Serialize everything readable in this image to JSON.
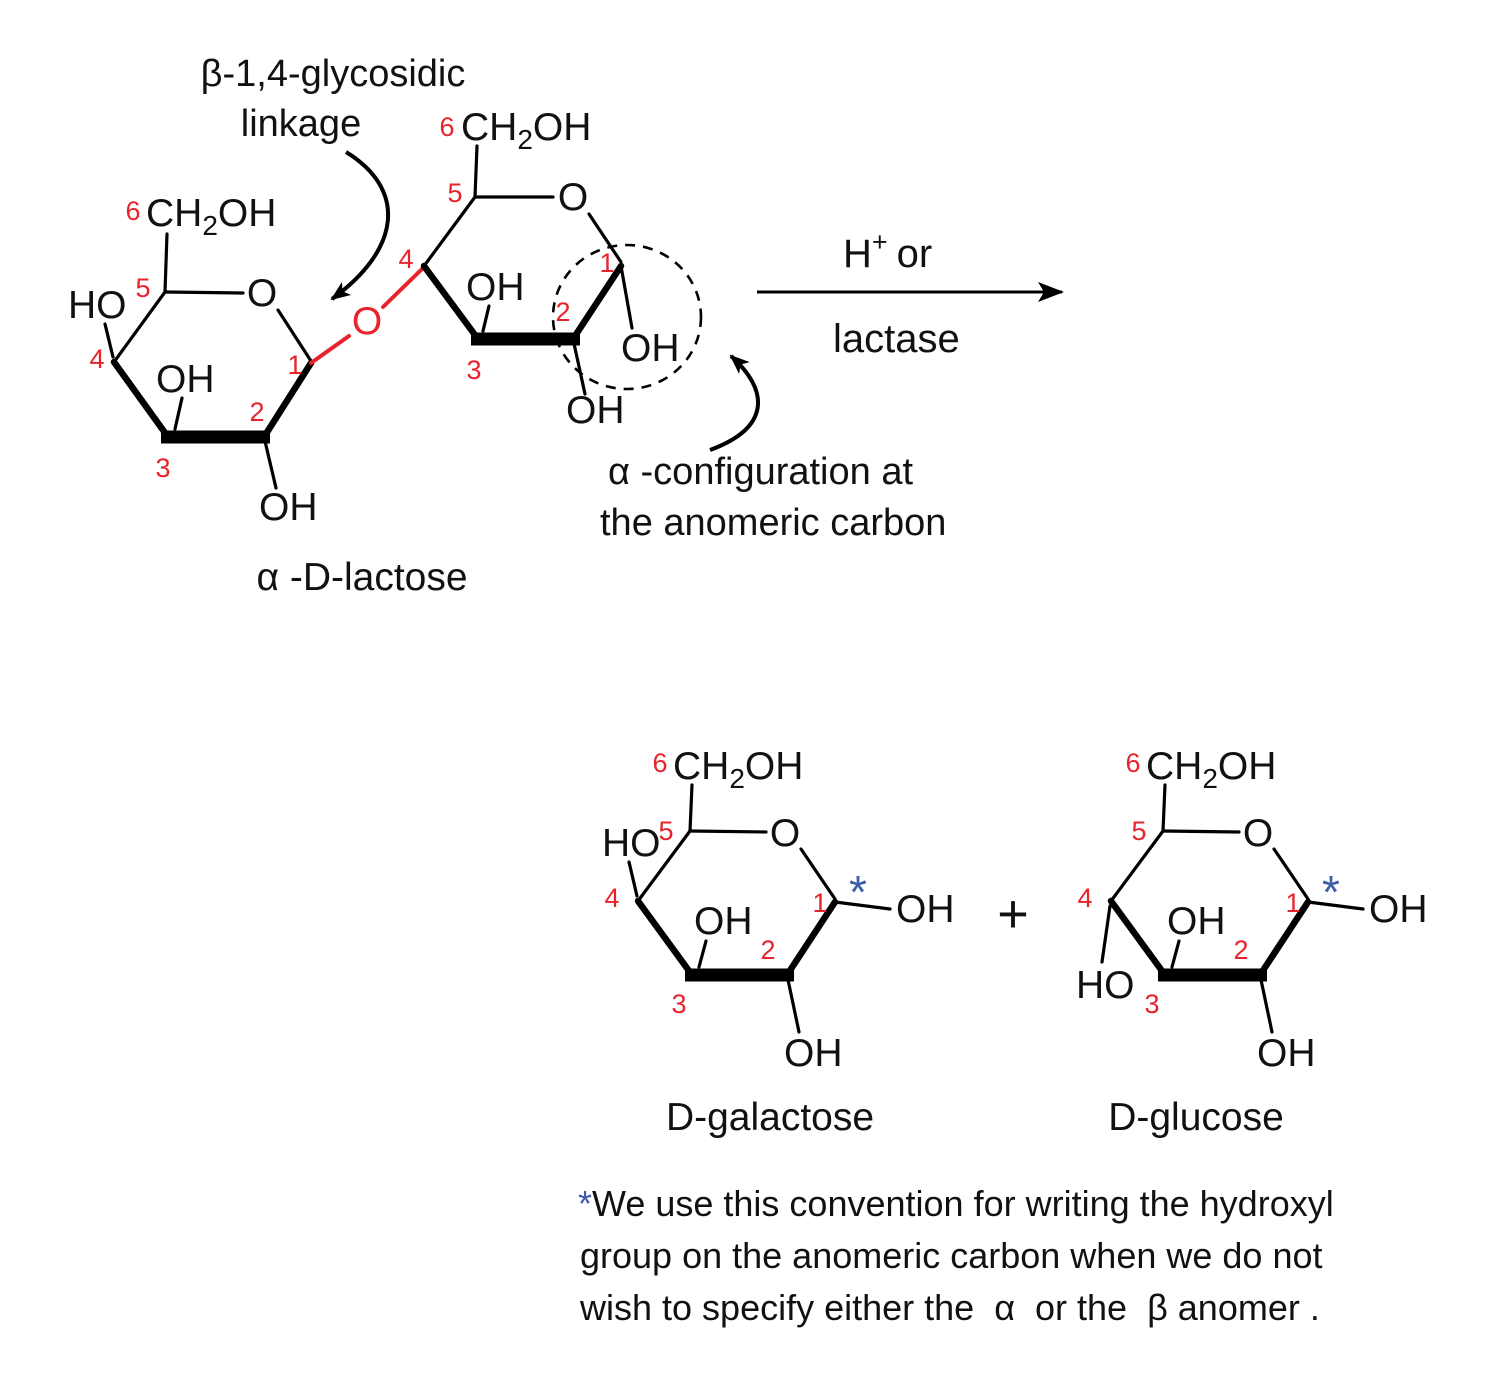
{
  "colors": {
    "highlight_red": "#e8232b",
    "asterisk_blue": "#3c5ba8",
    "bond_black": "#111111"
  },
  "annotations": {
    "glycosidic": {
      "line1": "β-1,4-glycosidic",
      "line2": "linkage"
    },
    "alpha_config": {
      "line1": "α -configuration at",
      "line2": "the anomeric carbon"
    }
  },
  "reaction": {
    "reagent_h": "H",
    "reagent_sup": "+",
    "reagent_or": "or",
    "enzyme": "lactase",
    "plus": "+"
  },
  "molecules": {
    "lactose": {
      "name": "α -D-lactose"
    },
    "galactose": {
      "name": "D-galactose"
    },
    "glucose": {
      "name": "D-glucose"
    }
  },
  "atoms": {
    "ring_o": "O",
    "oh": "OH",
    "ho": "HO",
    "ch": "CH",
    "sub2": "2",
    "star": "*"
  },
  "numbers": {
    "c1": "1",
    "c2": "2",
    "c3": "3",
    "c4": "4",
    "c5": "5",
    "c6": "6"
  },
  "footnote": {
    "star": "*",
    "line1": "We use this convention for writing the hydroxyl",
    "line2": "group on the anomeric carbon when we do not",
    "line3": "wish to specify either the  α  or the  β anomer ."
  }
}
